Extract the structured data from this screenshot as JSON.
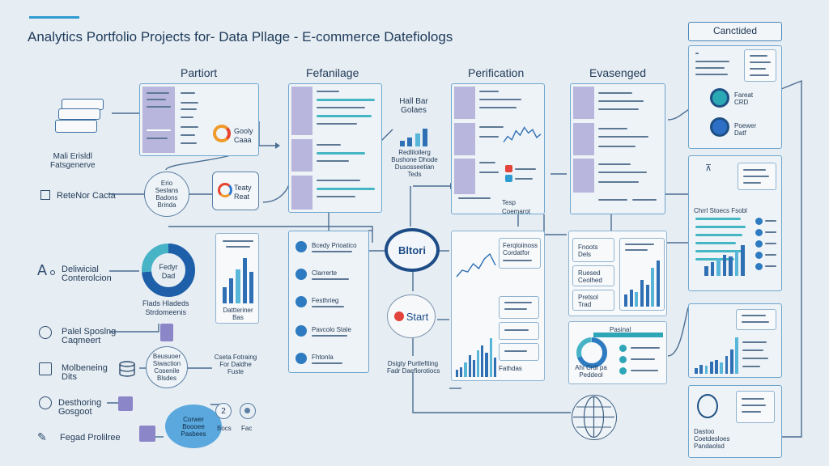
{
  "header": {
    "title": "Analytics Portfolio Projects for- Data Pllage - E-commerce Datefiologs",
    "badge": "Canctided"
  },
  "columns": {
    "c1": "Partiort",
    "c2": "Fefanilage",
    "c3": "Perification",
    "c4": "Evasenged"
  },
  "left_labels": {
    "top": "Mali Erisldl\nFatsgenerve",
    "item1": "ReteNor Cacta",
    "item2": "Deliwicial\nConterolcion",
    "item3": "Palel Sposlng\nCaqmeert",
    "item4": "Molbeneing\nDits",
    "item5": "Desthoring\nGosgoot",
    "item6": "Fegad Prolilree"
  },
  "nodes": {
    "node1": "Erio\nSeslans\nBadons\nBrinda",
    "donut_center": "Fedyr\nDad",
    "donut_caption": "Flads Hladeds\nStrdomeenis",
    "node2": "Beusuoer\nSiwaction\nCosenile\nBlsdes",
    "node3": "Corwer\nBoooee\nPasbees",
    "google_tag": "Gooly\nCaaa",
    "gcard": "Teaty\nReat",
    "bars_caption": "Dattteriner\nBas",
    "card_b": "Cseta Fotraing\nFor Daldhe\nFuste",
    "ncap1": "Bocs",
    "ncap2": "Fac"
  },
  "center": {
    "chart_title": "Hall Bar\nGolaes",
    "chart_caption": "Redlilollerg\nBushone Dhode\nDusosseetian\nTeds",
    "hub_label": "Bltori",
    "start_label": "Start",
    "start_caption": "Dsigty Purtlefiting\nFadr Daefiorotiocs",
    "items": [
      "Bcedy Prioatico",
      "Clarrerte",
      "Festhrieg",
      "Pavcolo Stale",
      "Fhtonla"
    ]
  },
  "perification": {
    "tag": "Tesp\nCoemarot",
    "box_label": "Ferqloiinoss\nCordatfor",
    "tag2": "Fathdas"
  },
  "evasenged": {
    "m1": "Fnoots\nDels",
    "m2": "Ruesed\nCeolhed",
    "m3": "Pretsol\nTrad",
    "kpi_title": "Pasinal",
    "kpi_caption": "Ahl Crdi pa\nPeddeol"
  },
  "right": {
    "nodeA": "Fareat\nCRD",
    "nodeB": "Poewer\nDatf",
    "chart_head": "Chrrl Stoecs Fsobl",
    "footer": "Dastoo\nCoetdesloes\nPandaolsd"
  },
  "chart_data": [
    {
      "type": "bar",
      "categories": [
        "",
        "",
        "",
        "",
        ""
      ],
      "values": [
        35,
        55,
        75,
        100,
        70
      ],
      "ylim": [
        0,
        100
      ]
    },
    {
      "type": "bar",
      "categories": [
        "",
        "",
        "",
        ""
      ],
      "values": [
        20,
        30,
        45,
        60
      ],
      "ylim": [
        0,
        100
      ]
    },
    {
      "type": "bar",
      "categories": [
        "",
        "",
        "",
        "",
        "",
        "",
        "",
        "",
        "",
        ""
      ],
      "values": [
        15,
        20,
        30,
        45,
        35,
        55,
        65,
        50,
        80,
        40
      ],
      "ylim": [
        0,
        100
      ]
    },
    {
      "type": "bar",
      "categories": [
        "",
        "",
        "",
        "",
        "",
        "",
        ""
      ],
      "values": [
        25,
        35,
        30,
        55,
        45,
        80,
        95
      ],
      "ylim": [
        0,
        100
      ]
    },
    {
      "type": "bar",
      "categories": [
        "",
        "",
        "",
        "",
        "",
        "",
        ""
      ],
      "values": [
        25,
        35,
        45,
        55,
        50,
        65,
        80
      ],
      "ylim": [
        0,
        100
      ]
    },
    {
      "type": "bar",
      "categories": [
        "",
        "",
        "",
        "",
        "",
        "",
        "",
        "",
        ""
      ],
      "values": [
        15,
        22,
        20,
        30,
        35,
        28,
        45,
        60,
        90
      ],
      "ylim": [
        0,
        100
      ]
    },
    {
      "type": "line",
      "x": [
        1,
        2,
        3,
        4,
        5,
        6,
        7,
        8,
        9,
        10
      ],
      "y": [
        30,
        55,
        40,
        80,
        60,
        95,
        70,
        85,
        50,
        65
      ],
      "ylim": [
        0,
        100
      ]
    },
    {
      "type": "line",
      "x": [
        1,
        2,
        3,
        4,
        5,
        6,
        7,
        8
      ],
      "y": [
        20,
        40,
        35,
        60,
        45,
        75,
        90,
        55
      ],
      "ylim": [
        0,
        100
      ]
    }
  ]
}
